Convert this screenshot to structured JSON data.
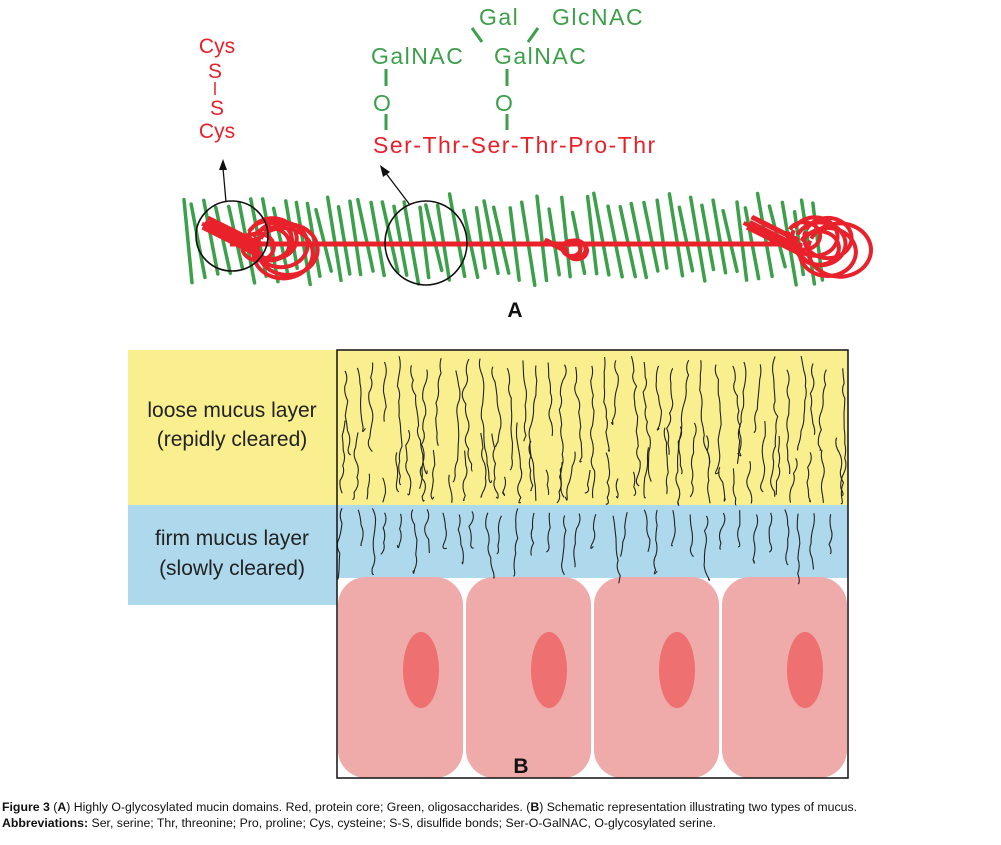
{
  "panel_a": {
    "label": "A",
    "disulfide": [
      "Cys",
      "S",
      "S",
      "Cys"
    ],
    "glycan_top": [
      "Gal",
      "GlcNAC"
    ],
    "glycan_mid": [
      "GalNAC",
      "GalNAC"
    ],
    "linkers": [
      "O",
      "O"
    ],
    "peptide": "Ser-Thr-Ser-Thr-Pro-Thr"
  },
  "panel_b": {
    "label": "B",
    "loose_layer": [
      "loose mucus layer",
      "(repidly cleared)"
    ],
    "firm_layer": [
      "firm mucus layer",
      "(slowly cleared)"
    ]
  },
  "colors": {
    "protein": "#e8212b",
    "oligosaccharide": "#3c9f4a",
    "loose_layer": "#f9ef8f",
    "firm_layer": "#aed9ec",
    "cell": "#efaaaa",
    "nucleus": "#ee7070"
  },
  "caption": {
    "figure": "Figure 3",
    "a_bold": "A",
    "a_text": "Highly O-glycosylated mucin domains. Red, protein core; Green, oligosaccharides.",
    "b_bold": "B",
    "b_text": "Schematic representation illustrating two types of mucus.",
    "abbr_label": "Abbreviations:",
    "abbr_text": "Ser, serine; Thr, threonine; Pro, proline; Cys, cysteine; S-S, disulfide bonds; Ser-O-GalNAC, O-glycosylated serine."
  }
}
